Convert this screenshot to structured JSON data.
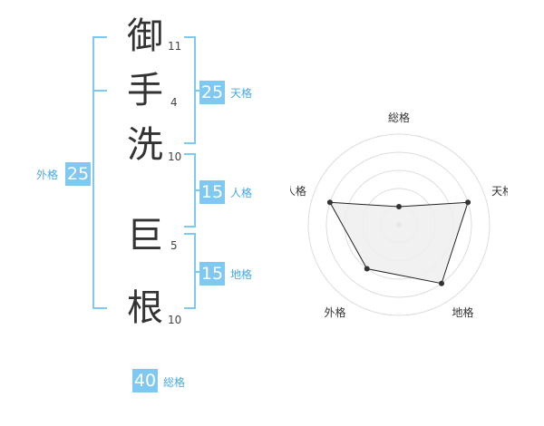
{
  "colors": {
    "accent": "#7ec8f2",
    "label": "#4aa8e0",
    "bracket": "#7ec8f2",
    "text": "#333333"
  },
  "surname": [
    {
      "char": "御",
      "strokes": "11"
    },
    {
      "char": "手",
      "strokes": "4"
    },
    {
      "char": "洗",
      "strokes": "10"
    }
  ],
  "given": [
    {
      "char": "巨",
      "strokes": "5"
    },
    {
      "char": "根",
      "strokes": "10"
    }
  ],
  "ten": {
    "value": "25",
    "label": "天格"
  },
  "jin": {
    "value": "15",
    "label": "人格"
  },
  "chi": {
    "value": "15",
    "label": "地格"
  },
  "gai": {
    "value": "25",
    "label": "外格"
  },
  "sou": {
    "value": "40",
    "label": "総格"
  },
  "chart_data": {
    "type": "radar",
    "axes": [
      "総格",
      "天格",
      "地格",
      "外格",
      "人格"
    ],
    "levels": 5,
    "values": [
      1,
      4,
      4,
      3,
      4
    ],
    "max": 5,
    "grid": true,
    "fill": "#eeeeee",
    "stroke": "#222222"
  }
}
